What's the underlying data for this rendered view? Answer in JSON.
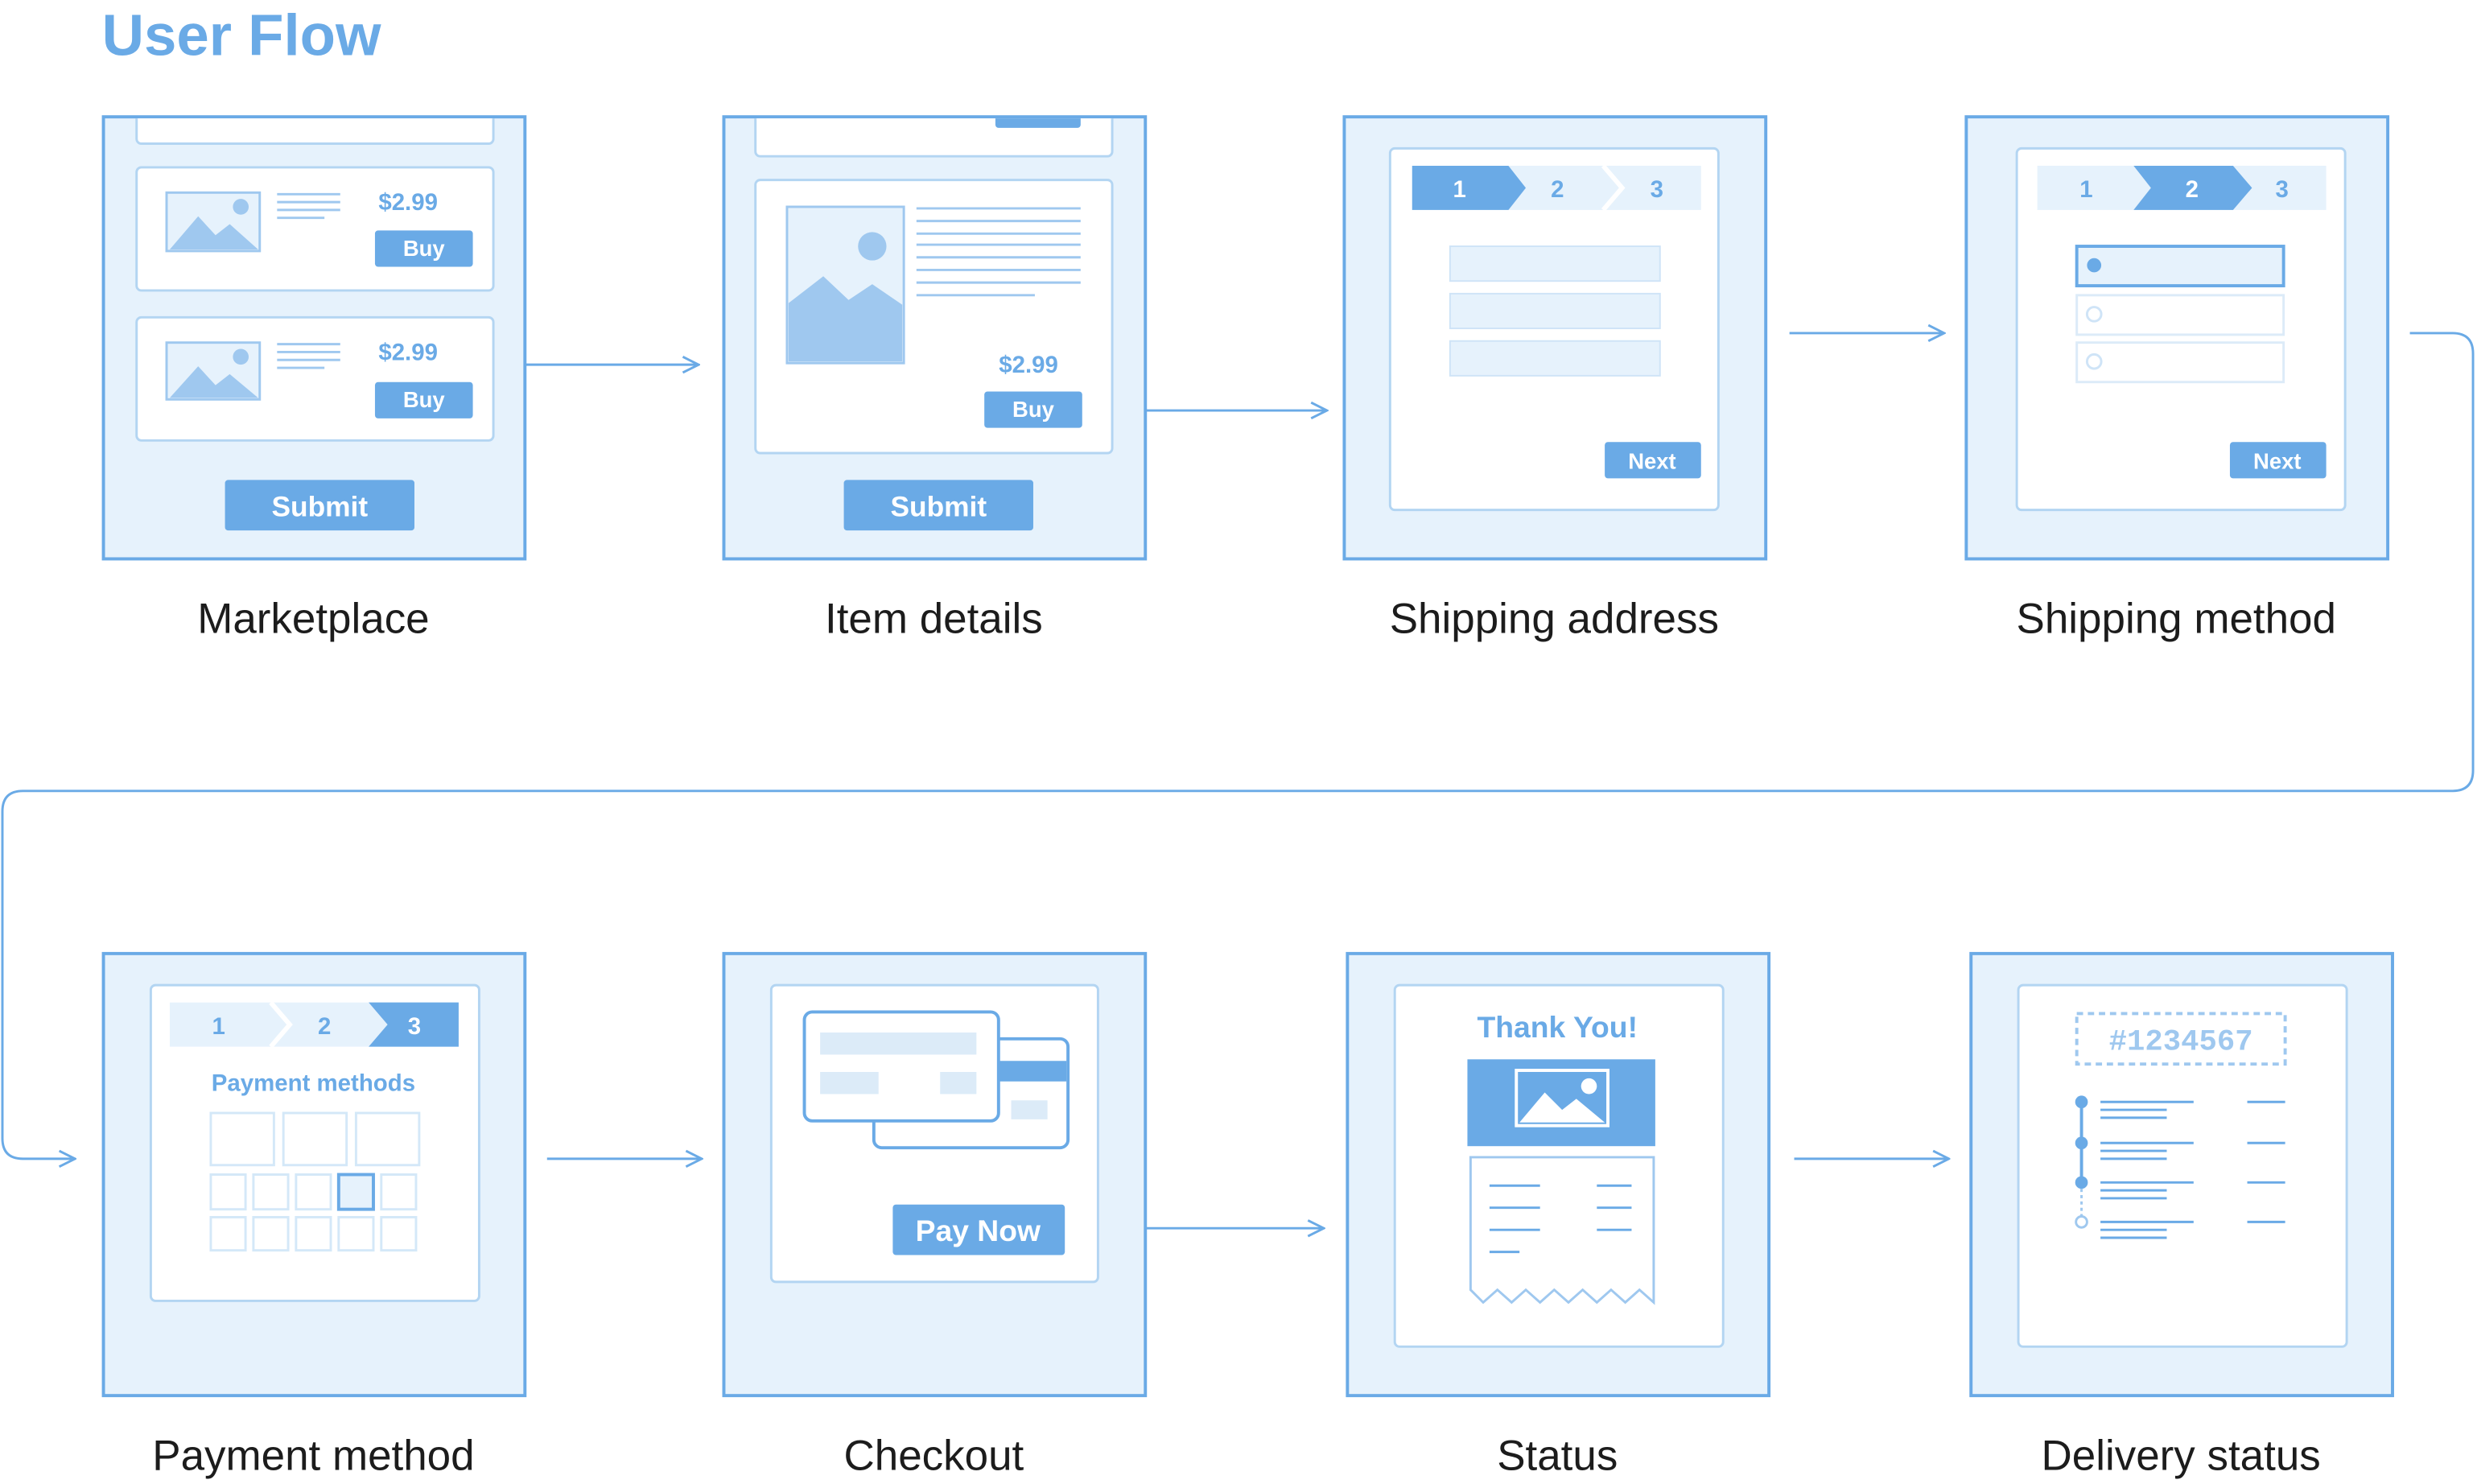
{
  "title": "User Flow",
  "colors": {
    "accent": "#6aaae6",
    "panel_bg": "#e6f2fc",
    "panel_border": "#6aaae6",
    "line": "#a9cff3"
  },
  "screens": [
    {
      "caption": "Marketplace",
      "prices": [
        "$2.99",
        "$2.99"
      ],
      "buy": [
        "Buy",
        "Buy"
      ],
      "submit": "Submit"
    },
    {
      "caption": "Item details",
      "price": "$2.99",
      "buy": "Buy",
      "submit": "Submit"
    },
    {
      "caption": "Shipping address",
      "steps": [
        "1",
        "2",
        "3"
      ],
      "next": "Next"
    },
    {
      "caption": "Shipping method",
      "steps": [
        "1",
        "2",
        "3"
      ],
      "next": "Next"
    },
    {
      "caption": "Payment method",
      "steps": [
        "1",
        "2",
        "3"
      ],
      "heading": "Payment methods"
    },
    {
      "caption": "Checkout",
      "pay": "Pay Now"
    },
    {
      "caption": "Status",
      "heading": "Thank You!"
    },
    {
      "caption": "Delivery status",
      "order": "#1234567"
    }
  ]
}
